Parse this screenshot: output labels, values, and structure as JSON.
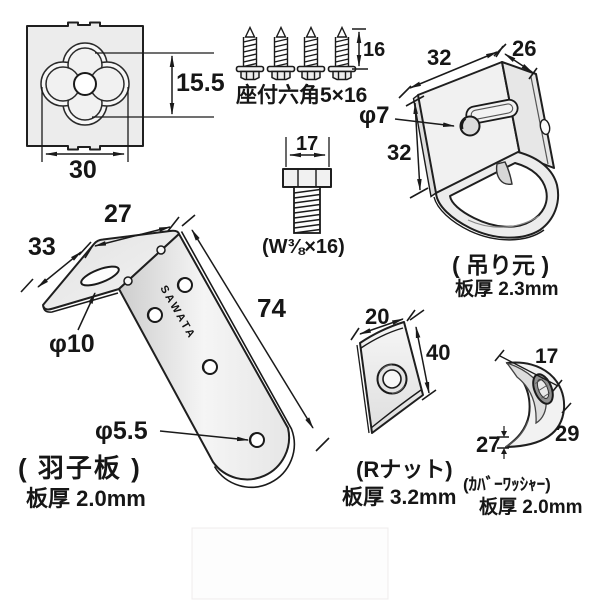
{
  "background": "#ffffff",
  "ink": "#1a1a1a",
  "parts": {
    "corner_plate": {
      "height_dim": "15.5",
      "width_dim": "30"
    },
    "screws": {
      "length_dim": "16",
      "label": "座付六角5×16"
    },
    "bolt": {
      "width_dim": "17",
      "label": "(W⅜×16)"
    },
    "hanging_base": {
      "top_dim": "32",
      "side_dim": "26",
      "left_dim": "32",
      "hole_dim": "φ7",
      "name": "( 吊り元 )",
      "thickness": "板厚 2.3mm"
    },
    "hagoita": {
      "top_dim": "27",
      "left_dim": "33",
      "length_dim": "74",
      "slot_dim": "φ10",
      "end_hole_dim": "φ5.5",
      "brand": "SAWATA",
      "name": "( 羽子板 )",
      "thickness": "板厚 2.0mm"
    },
    "r_nut": {
      "width_dim": "20",
      "height_dim": "40",
      "name": "(Rナット)",
      "thickness": "板厚 3.2mm"
    },
    "cover_washer": {
      "top_dim": "17",
      "outer_dim": "29",
      "lip_dim": "27",
      "name": "(ｶﾊﾞｰﾜｯｼｬｰ)",
      "thickness": "板厚 2.0mm"
    }
  }
}
